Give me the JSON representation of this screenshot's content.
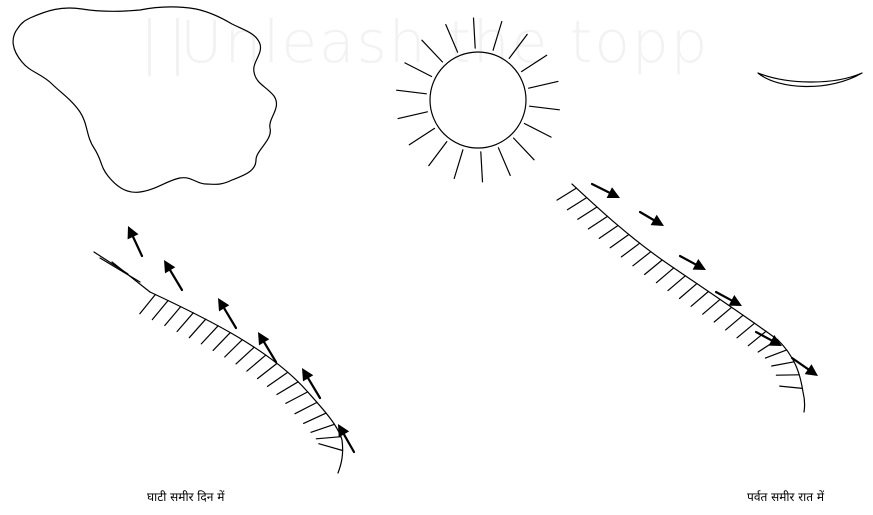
{
  "watermark": {
    "text": "Unleash the topp"
  },
  "captions": {
    "left": "घाटी समीर दिन में",
    "right": "पर्वत समीर रात में"
  }
}
